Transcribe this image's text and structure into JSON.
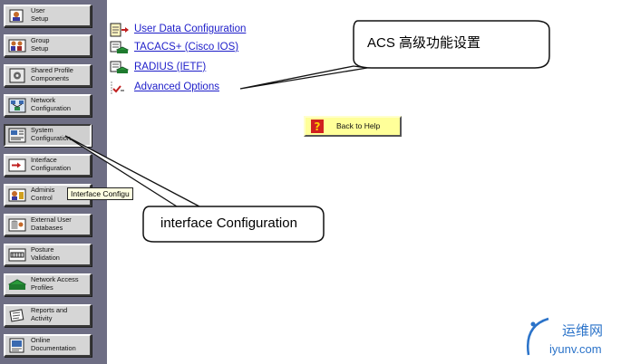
{
  "sidebar": {
    "items": [
      {
        "label": "User\nSetup",
        "icon": "user-icon"
      },
      {
        "label": "Group\nSetup",
        "icon": "group-icon"
      },
      {
        "label": "Shared Profile\nComponents",
        "icon": "shared-profile-icon"
      },
      {
        "label": "Network\nConfiguration",
        "icon": "network-icon"
      },
      {
        "label": "System\nConfiguration",
        "icon": "system-icon"
      },
      {
        "label": "Interface\nConfiguration",
        "icon": "interface-icon"
      },
      {
        "label": "Adminis\nControl",
        "icon": "admin-icon"
      },
      {
        "label": "External User\nDatabases",
        "icon": "database-icon"
      },
      {
        "label": "Posture\nValidation",
        "icon": "posture-icon"
      },
      {
        "label": "Network Access\nProfiles",
        "icon": "access-profile-icon"
      },
      {
        "label": "Reports and\nActivity",
        "icon": "reports-icon"
      },
      {
        "label": "Online\nDocumentation",
        "icon": "documentation-icon"
      }
    ],
    "tooltip": "Interface Configu"
  },
  "main": {
    "links": [
      {
        "label": "User Data Configuration",
        "icon": "user-data-icon"
      },
      {
        "label": "TACACS+ (Cisco IOS)",
        "icon": "tacacs-icon"
      },
      {
        "label": "RADIUS (IETF)",
        "icon": "radius-icon"
      },
      {
        "label": "Advanced Options",
        "icon": "advanced-options-icon"
      }
    ],
    "help_button": "Back to Help"
  },
  "annotations": {
    "top_callout": "ACS 高级功能设置",
    "bottom_callout": "interface Configuration"
  },
  "watermark": {
    "text": "运维网",
    "url": "iyunv.com"
  },
  "colors": {
    "sidebar_bg": "#6e6e84",
    "link": "#1d1dc9",
    "help_button": "#ffff99"
  }
}
